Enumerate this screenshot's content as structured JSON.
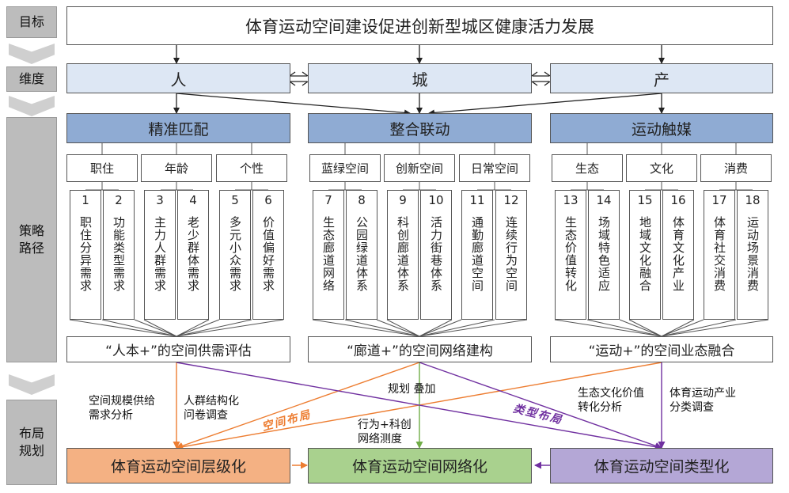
{
  "sidebar": {
    "goal": "目标",
    "dimension": "维度",
    "strategy": "策略路径",
    "planning": "布局规划"
  },
  "goal_title": "体育运动空间建设促进创新型城区健康活力发展",
  "dimensions": [
    "人",
    "城",
    "产"
  ],
  "strategies": [
    "精准匹配",
    "整合联动",
    "运动触媒"
  ],
  "subcategories": [
    "职住",
    "年龄",
    "个性",
    "蓝绿空间",
    "创新空间",
    "日常空间",
    "生态",
    "文化",
    "消费"
  ],
  "paths": [
    {
      "num": "1",
      "text": "职住分异需求"
    },
    {
      "num": "2",
      "text": "功能类型需求"
    },
    {
      "num": "3",
      "text": "主力人群需求"
    },
    {
      "num": "4",
      "text": "老少群体需求"
    },
    {
      "num": "5",
      "text": "多元小众需求"
    },
    {
      "num": "6",
      "text": "价值偏好需求"
    },
    {
      "num": "7",
      "text": "生态廊道网络"
    },
    {
      "num": "8",
      "text": "公园绿道体系"
    },
    {
      "num": "9",
      "text": "科创廊道体系"
    },
    {
      "num": "10",
      "text": "活力街巷体系"
    },
    {
      "num": "11",
      "text": "通勤廊道空间"
    },
    {
      "num": "12",
      "text": "连续行为空间"
    },
    {
      "num": "13",
      "text": "生态价值转化"
    },
    {
      "num": "14",
      "text": "场域特色适应"
    },
    {
      "num": "15",
      "text": "地域文化融合"
    },
    {
      "num": "16",
      "text": "体育文化产业"
    },
    {
      "num": "17",
      "text": "体育社交消费"
    },
    {
      "num": "18",
      "text": "运动场景消费"
    }
  ],
  "summaries": [
    "“人本+”的空间供需评估",
    "“廊道+”的空间网络建构",
    "“运动+”的空间业态融合"
  ],
  "methods": {
    "space_scale": "空间规模供给\n需求分析",
    "population": "人群结构化\n问卷调查",
    "overlay": "规划 叠加",
    "behavior": "行为+科创\n网络测度",
    "eco_culture": "生态文化价值\n转化分析",
    "sports_industry": "体育运动产业\n分类调查"
  },
  "layout_labels": {
    "space": "空间布局",
    "type": "类型布局"
  },
  "plans": [
    {
      "label": "体育运动空间层级化",
      "color": "#f4b183"
    },
    {
      "label": "体育运动空间网络化",
      "color": "#a9d18e"
    },
    {
      "label": "体育运动空间类型化",
      "color": "#b4a7d6"
    }
  ],
  "colors": {
    "orange": "#ed7d31",
    "green": "#70ad47",
    "purple": "#7030a0"
  }
}
